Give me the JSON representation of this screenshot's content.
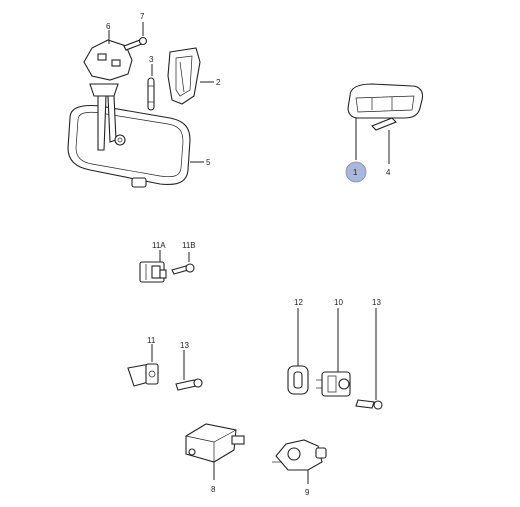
{
  "diagram": {
    "labels": {
      "p1": "1",
      "p2": "2",
      "p3": "3",
      "p4": "4",
      "p5": "5",
      "p6": "6",
      "p7": "7",
      "p8": "8",
      "p9": "9",
      "p10": "10",
      "p11": "11",
      "p11a": "11A",
      "p11b": "11B",
      "p12": "12",
      "p13a": "13",
      "p13b": "13"
    },
    "highlight_color": "#a9b7da"
  }
}
